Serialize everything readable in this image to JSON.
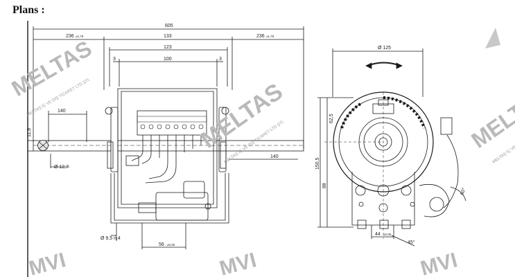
{
  "title": "Plans :",
  "dimensions": {
    "overall": "605",
    "left_shaft": "236",
    "left_shaft_tol": "±1,75",
    "body": "133",
    "right_shaft": "236",
    "right_shaft_tol": "±1,75",
    "inner": "123",
    "core": "100",
    "gap_left": "3",
    "gap_right": "3",
    "shaft_left_len": "140",
    "shaft_right_len": "140",
    "shaft_dia": "11,8",
    "bore": "Ø 12,7",
    "holes": "Ø 9,5 n.4",
    "hole_spacing": "56",
    "hole_spacing_tol": "±0,05",
    "housing_dia": "Ø 125",
    "h_upper": "62,5",
    "h_total": "150,5",
    "h_lower": "88",
    "base_width": "44",
    "base_width_tol": "±0,05",
    "angle1": "45°",
    "angle2": "60°"
  },
  "watermarks": {
    "brand": "MELTAS",
    "sub": "MELTAŞ İÇ VE DIŞ TİCARET LTD.ŞTİ.",
    "logo": "MVI"
  }
}
